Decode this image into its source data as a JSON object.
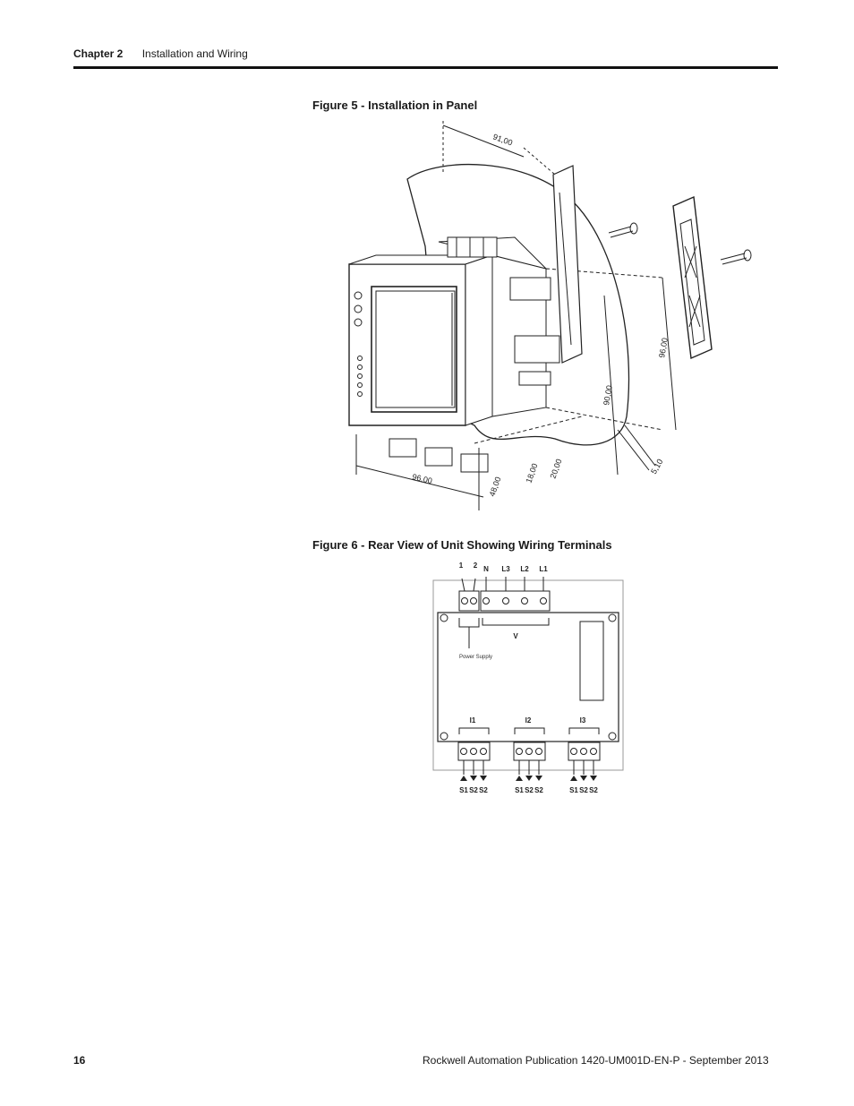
{
  "header": {
    "chapter": "Chapter 2",
    "section": "Installation and Wiring"
  },
  "figure5": {
    "caption": "Figure 5 - Installation in Panel",
    "dims": [
      "91,00",
      "96,00",
      "96,00",
      "90,00",
      "48,00",
      "18,00",
      "20,00",
      "5,10"
    ]
  },
  "figure6": {
    "caption": "Figure 6 - Rear View of Unit Showing Wiring Terminals",
    "top_labels": [
      "1",
      "2",
      "N",
      "L3",
      "L2",
      "L1"
    ],
    "voltage_label": "V",
    "power_supply_label": "Power Supply",
    "current_groups": [
      {
        "name": "I1",
        "pins": [
          "S1",
          "S2",
          "S2"
        ]
      },
      {
        "name": "I2",
        "pins": [
          "S1",
          "S2",
          "S2"
        ]
      },
      {
        "name": "I3",
        "pins": [
          "S1",
          "S2",
          "S2"
        ]
      }
    ]
  },
  "footer": {
    "page_number": "16",
    "publication": "Rockwell Automation Publication 1420-UM001D-EN-P - September 2013"
  }
}
